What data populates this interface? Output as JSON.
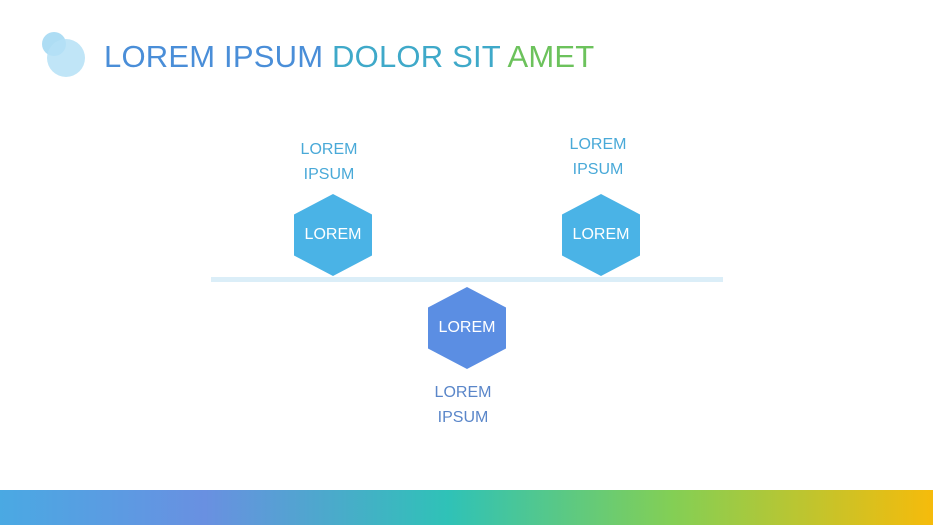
{
  "title": {
    "part1": "LOREM IPSUM ",
    "part2": "DOLOR SIT ",
    "part3": "AMET"
  },
  "nodes": [
    {
      "label": "LOREM",
      "caption_line1": "LOREM",
      "caption_line2": "IPSUM"
    },
    {
      "label": "LOREM",
      "caption_line1": "LOREM",
      "caption_line2": "IPSUM"
    },
    {
      "label": "LOREM",
      "caption_line1": "LOREM",
      "caption_line2": "IPSUM"
    }
  ],
  "colors": {
    "hex_blue": "#4ab3e6",
    "hex_indigo": "#5b8ee3",
    "baseline": "#dbeef8"
  },
  "icons": {
    "logo": "overlapping-circles-icon"
  }
}
